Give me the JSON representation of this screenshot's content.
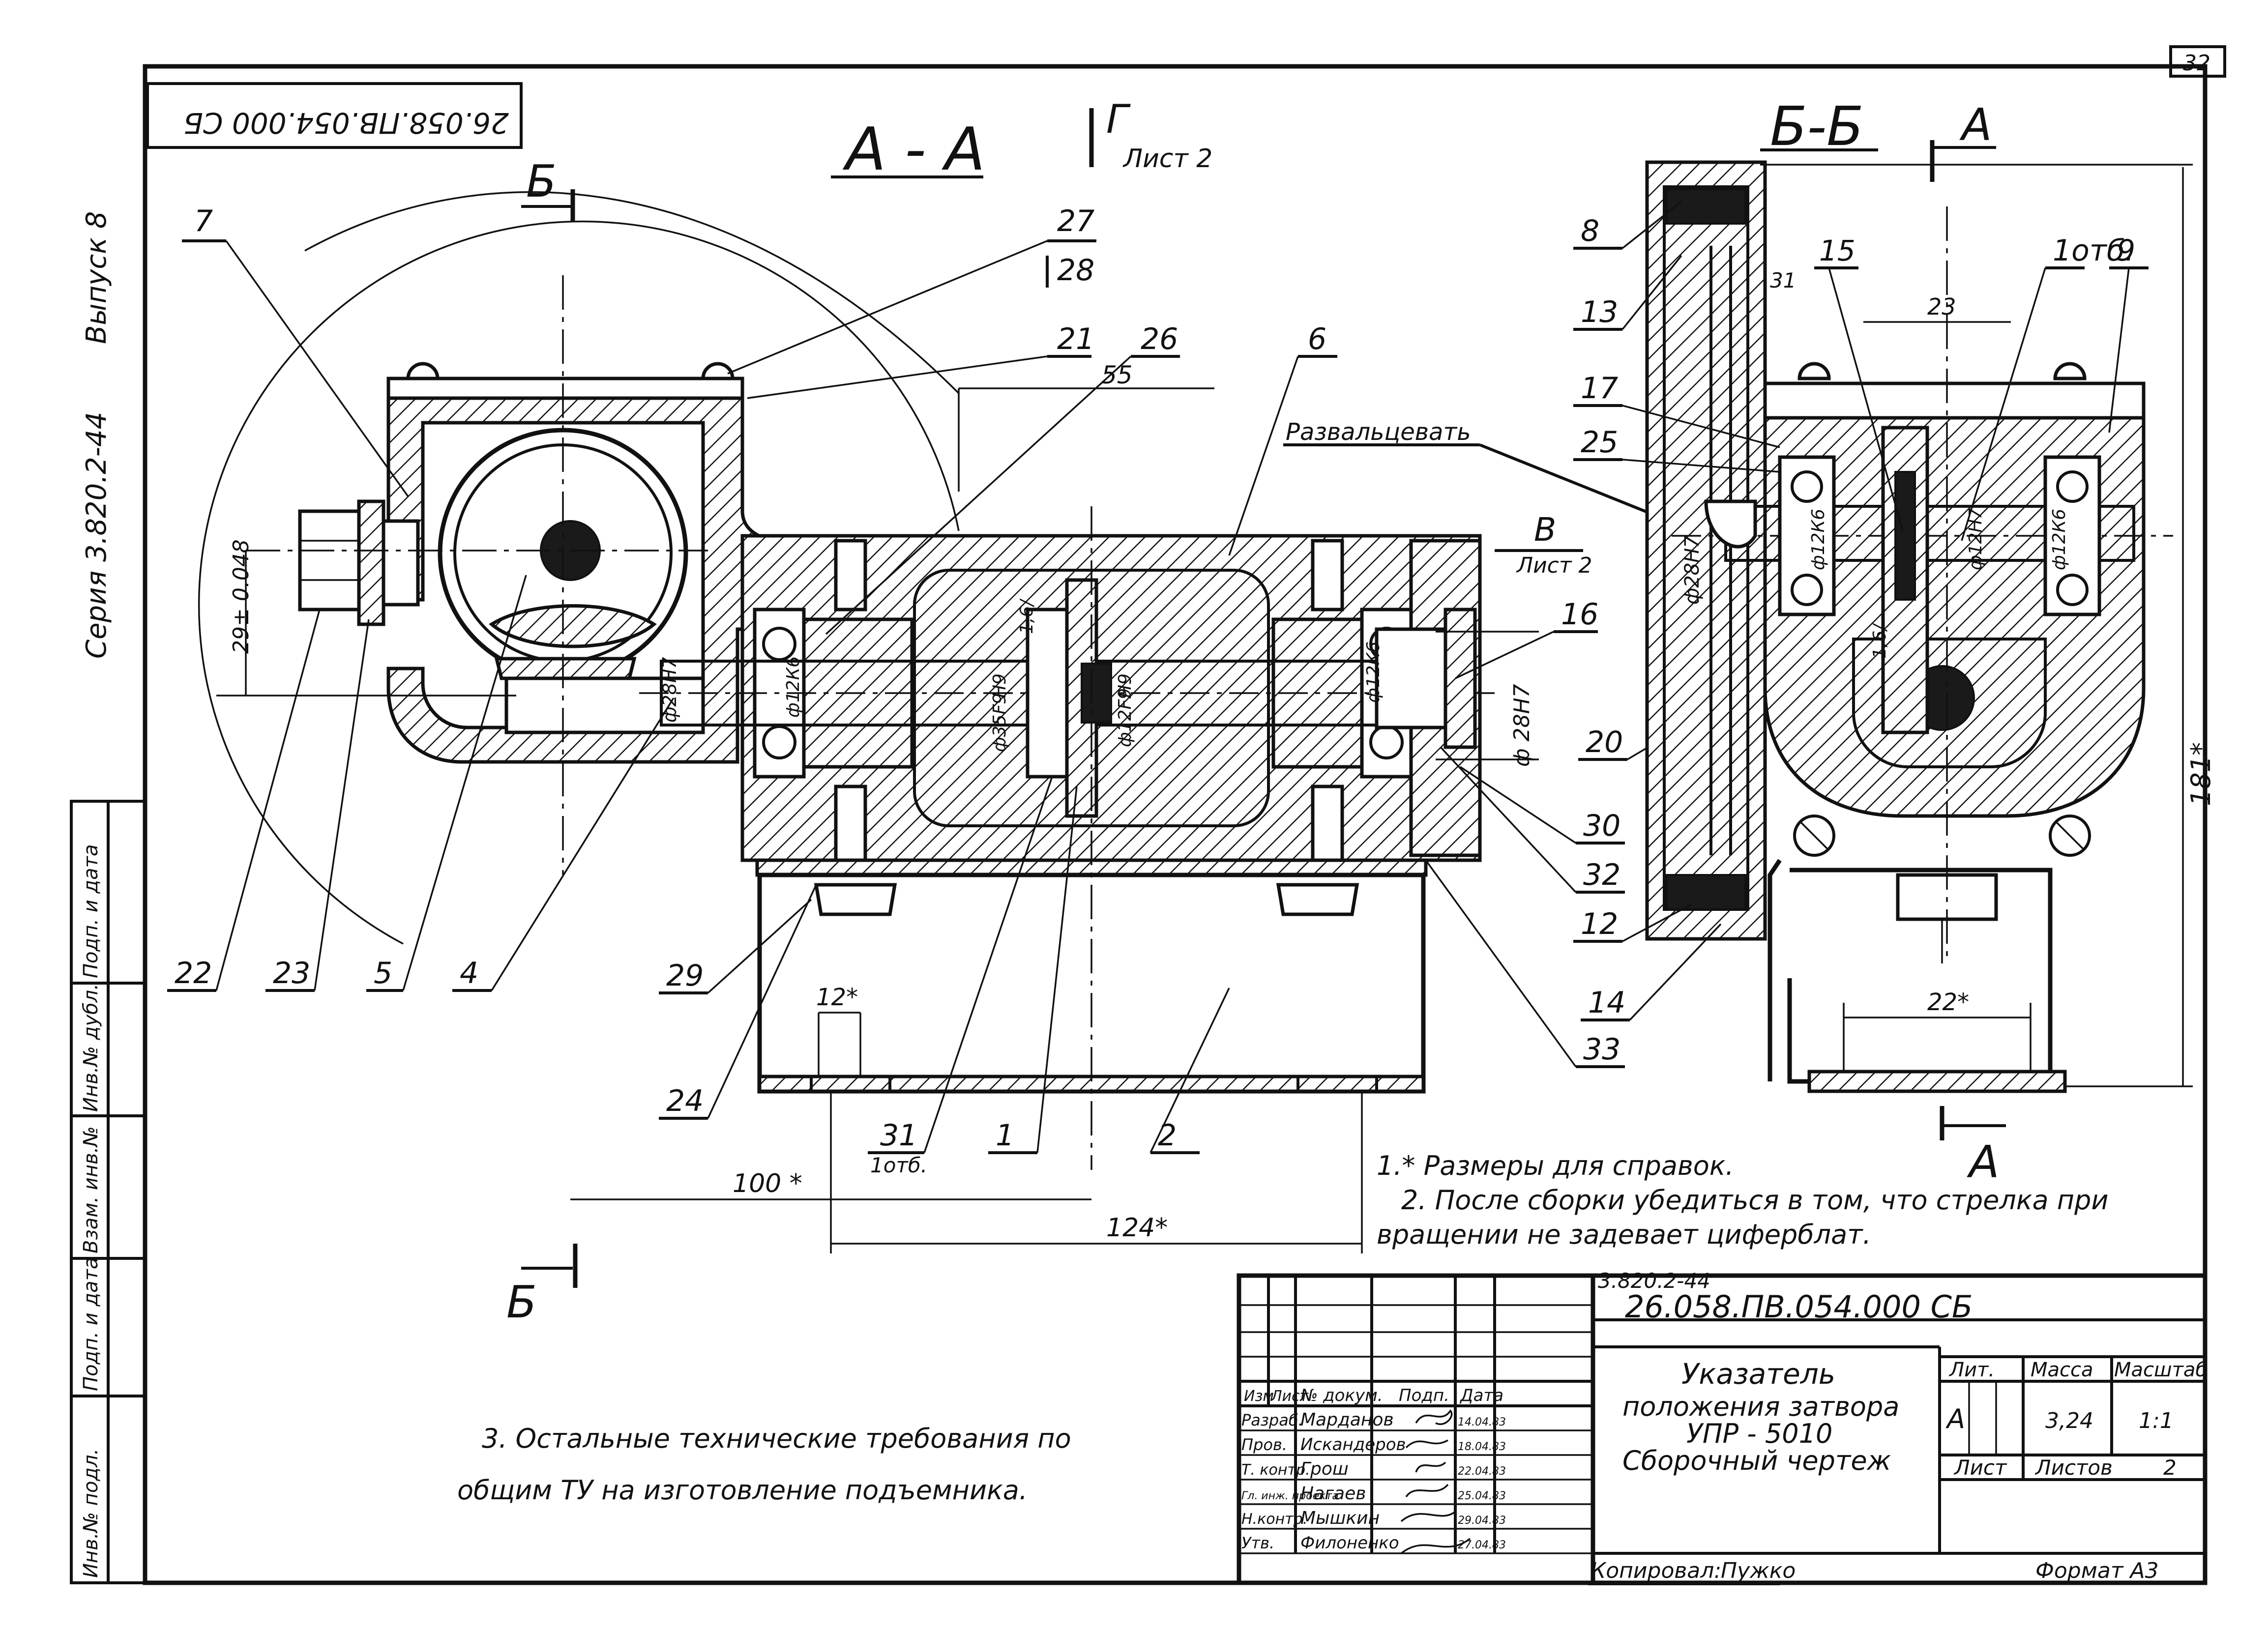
{
  "drawing": {
    "stamp_code_rotated": "26.058.ПВ.054.000 СБ",
    "sheet_number": "32",
    "series_margin": "Серия 3.820.2-44",
    "issue_margin": "Выпуск 8"
  },
  "sections": {
    "aa_title": "А - А",
    "aa_cut_letter": "Б",
    "g_letter": "Г",
    "g_sheet": "Лист 2",
    "v_letter": "В",
    "v_sheet": "Лист 2",
    "bb_title": "Б-Б",
    "bb_cut_letter": "А",
    "note_roll": "Развальцевать"
  },
  "callouts": [
    "7",
    "27",
    "28",
    "21",
    "26",
    "6",
    "22",
    "23",
    "5",
    "4",
    "29",
    "24",
    "31",
    "1отб.",
    "1",
    "2",
    "16",
    "20",
    "30",
    "32",
    "33",
    "8",
    "13",
    "17",
    "25",
    "15",
    "31",
    "1отб.",
    "9",
    "12",
    "14"
  ],
  "dimensions": {
    "d55": "55",
    "d29": "29± 0.048",
    "d28h7_a": "ф28Н7",
    "d12k6_a": "ф12К6",
    "d1_6_a": "1,6/",
    "dh9": "Н9",
    "d35f9": "ф35F9",
    "dh9b": "Н9",
    "d12f9": "ф12F9",
    "d12k6_b": "ф12К6",
    "d28h7_b": "ф 28Н7",
    "d28h7_c": "ф28Н7",
    "d12k6_c": "ф12К6",
    "d12h7": "ф12Н7",
    "d12k6_d": "ф12К6",
    "d1_6_b": "1,6/",
    "d23": "23",
    "d181": "181*",
    "d22": "22*",
    "d12": "12*",
    "d100": "100 *",
    "d124": "124*"
  },
  "notes": {
    "n1": "1.* Размеры для справок.",
    "n2a": "2. После сборки убедиться в том, что стрелка при",
    "n2b": "вращении не задевает циферблат.",
    "n3a": "3. Остальные технические требования по",
    "n3b": "общим ТУ на изготовление подъемника."
  },
  "side_strip": {
    "inv_podl": "Инв.№ подл.",
    "podp_data1": "Подп. и дата",
    "vzam_inv": "Взам. инв.№",
    "inv_dubl": "Инв.№ дубл.",
    "podp_data2": "Подп. и дата"
  },
  "title_block": {
    "series_ref": "3.820.2-44",
    "designation": "26.058.ПВ.054.000 СБ",
    "name_line1": "Указатель",
    "name_line2": "положения затвора",
    "name_line3": "УПР - 5010",
    "name_line4": "Сборочный чертеж",
    "col_headers": [
      "Изм",
      "Лист",
      "№ докум.",
      "Подп.",
      "Дата"
    ],
    "rows": [
      {
        "role": "Разраб.",
        "name": "Марданов",
        "date": "14.04.83"
      },
      {
        "role": "Пров.",
        "name": "Искандеров",
        "date": "18.04.83"
      },
      {
        "role": "Т. контр.",
        "name": "Грош",
        "date": "22.04.83"
      },
      {
        "role": "Гл. инж. проекта",
        "name": "Нагаев",
        "date": "25.04.83"
      },
      {
        "role": "Н.контр.",
        "name": "Мышкин",
        "date": "29.04.83"
      },
      {
        "role": "Утв.",
        "name": "Филоненко",
        "date": "27.04.83"
      }
    ],
    "lit_label": "Лит.",
    "mass_label": "Масса",
    "scale_label": "Масштаб",
    "lit_value": "А",
    "mass_value": "3,24",
    "scale_value": "1:1",
    "sheet_label": "Лист",
    "sheets_label": "Листов",
    "sheets_value": "2",
    "copied": "Копировал:",
    "copied_name": "Пужко",
    "format": "Формат А3"
  }
}
